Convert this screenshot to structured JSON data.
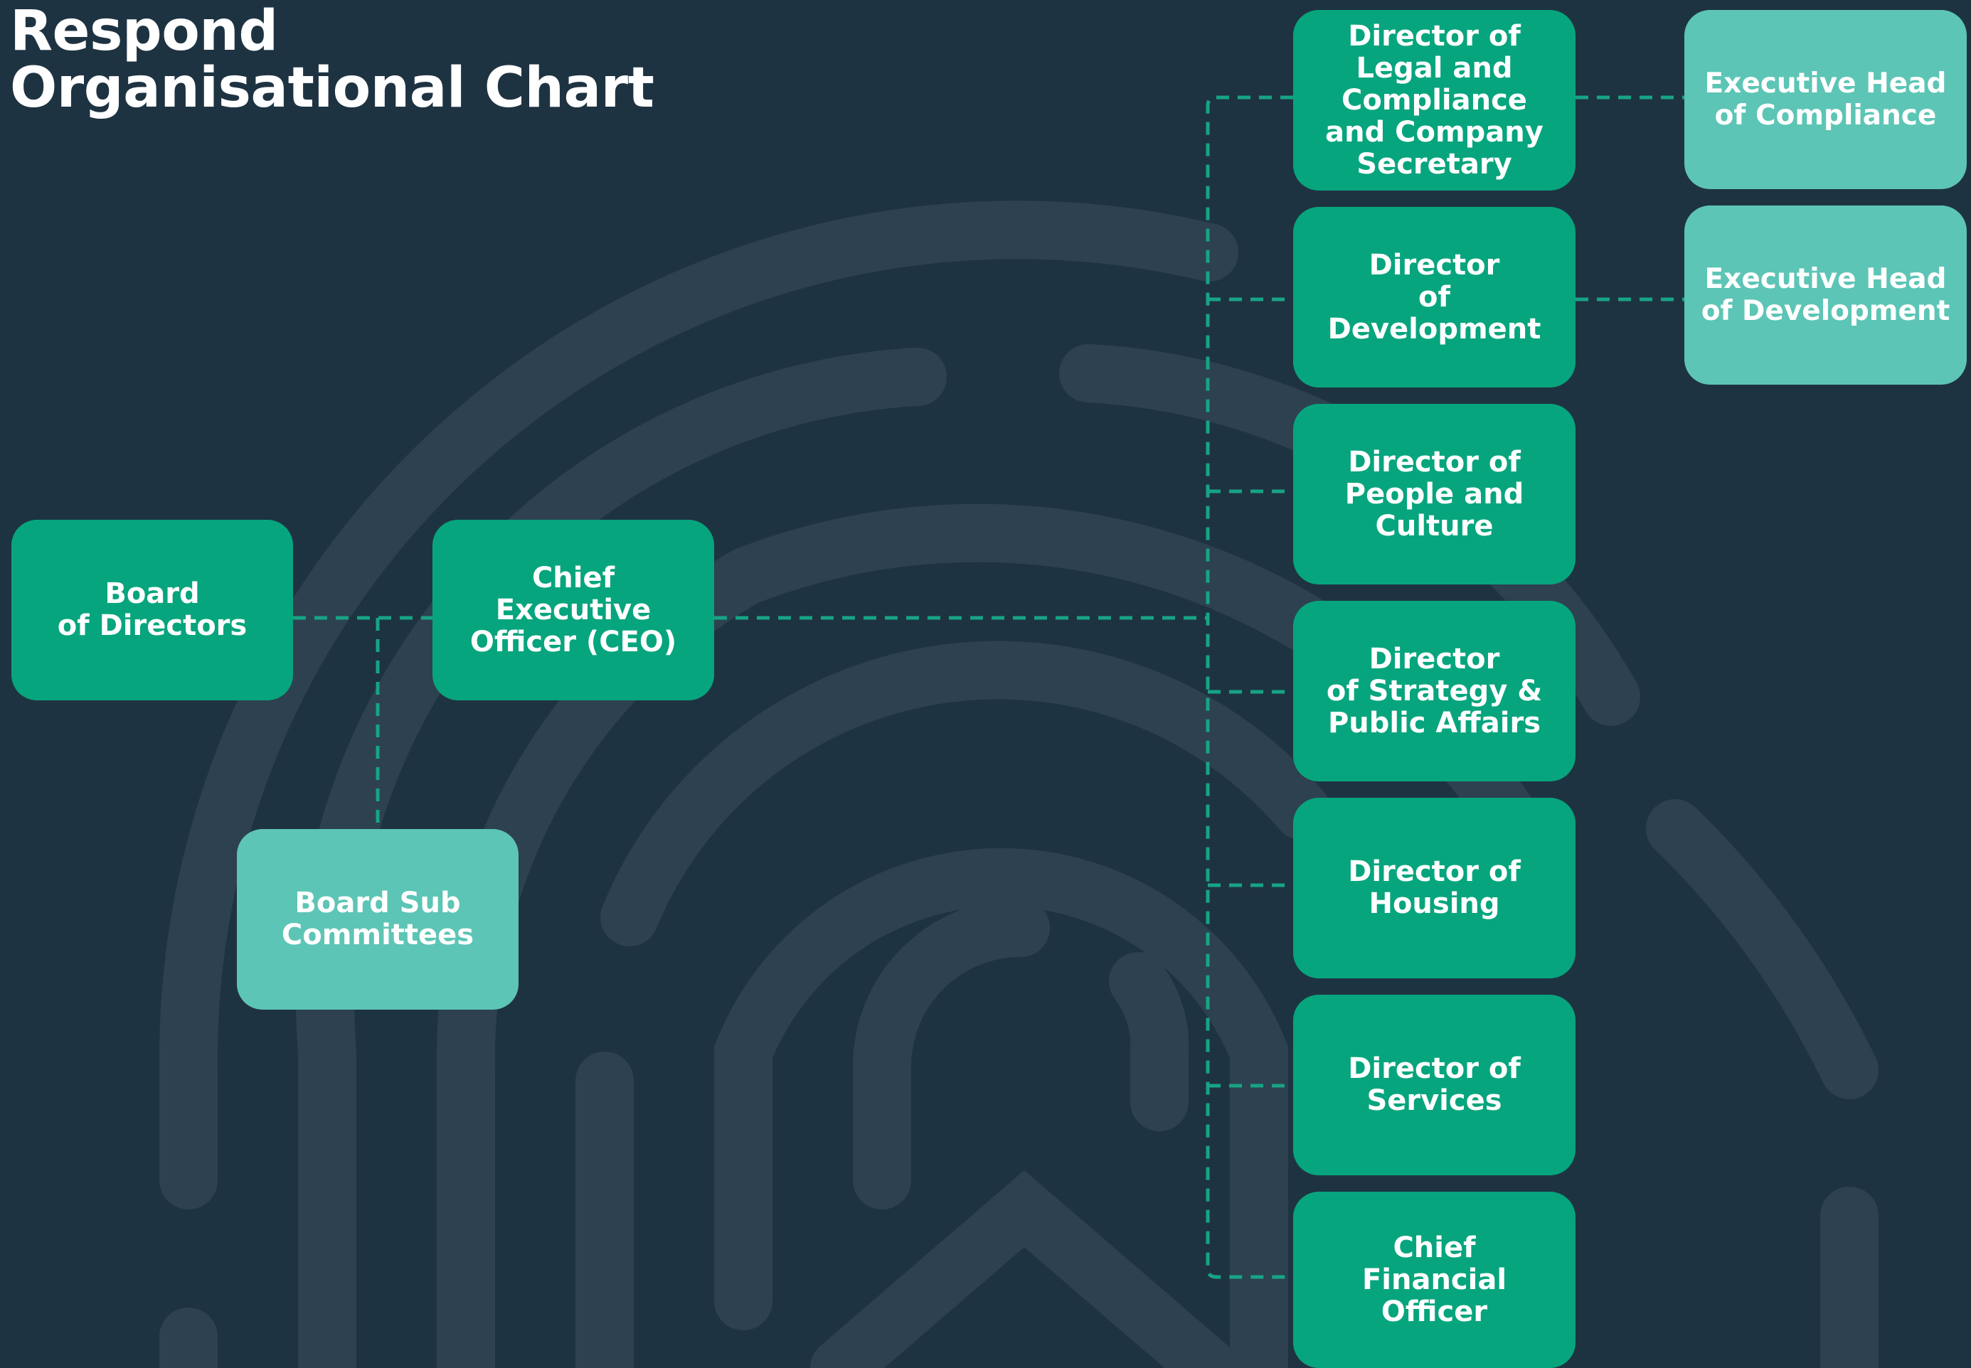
{
  "title": {
    "line1": "Respond",
    "line2": "Organisational Chart"
  },
  "colors": {
    "background": "#1e3342",
    "fingerprint": "#2d4150",
    "primary_box": "#07a57d",
    "secondary_box": "#5dc5b5",
    "connector": "#16a485",
    "text": "#ffffff"
  },
  "nodes": {
    "board": "Board\nof Directors",
    "ceo": "Chief\nExecutive\nOfficer (CEO)",
    "board_sub": "Board Sub\nCommittees",
    "dir_legal": "Director of\nLegal and\nCompliance\nand Company\nSecretary",
    "dir_development": "Director\nof\nDevelopment",
    "dir_people": "Director of\nPeople and\nCulture",
    "dir_strategy": "Director\nof Strategy &\nPublic Affairs",
    "dir_housing": "Director of\nHousing",
    "dir_services": "Director of\nServices",
    "cfo": "Chief\nFinancial\nOfficer",
    "exec_compliance": "Executive Head\nof Compliance",
    "exec_development": "Executive Head\nof Development"
  }
}
